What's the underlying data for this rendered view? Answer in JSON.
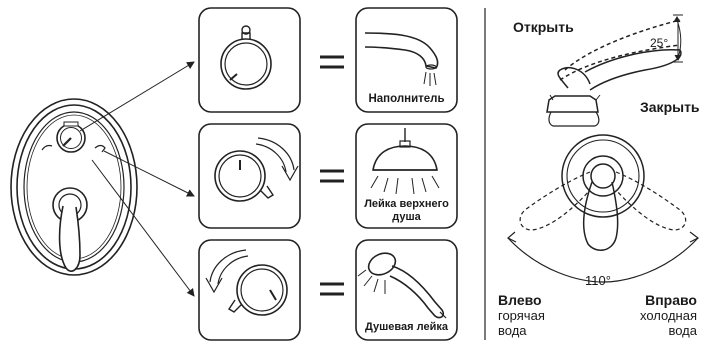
{
  "modes": [
    {
      "label": "Наполнитель",
      "equals": "="
    },
    {
      "label_line1": "Лейка верхнего",
      "label_line2": "душа",
      "equals": "="
    },
    {
      "label": "Душевая лейка",
      "equals": "="
    }
  ],
  "lever": {
    "open": "Открыть",
    "close": "Закрыть",
    "angle": "25°"
  },
  "rotation": {
    "angle": "110°",
    "left_title": "Влево",
    "left_sub1": "горячая",
    "left_sub2": "вода",
    "right_title": "Вправо",
    "right_sub1": "холодная",
    "right_sub2": "вода"
  }
}
